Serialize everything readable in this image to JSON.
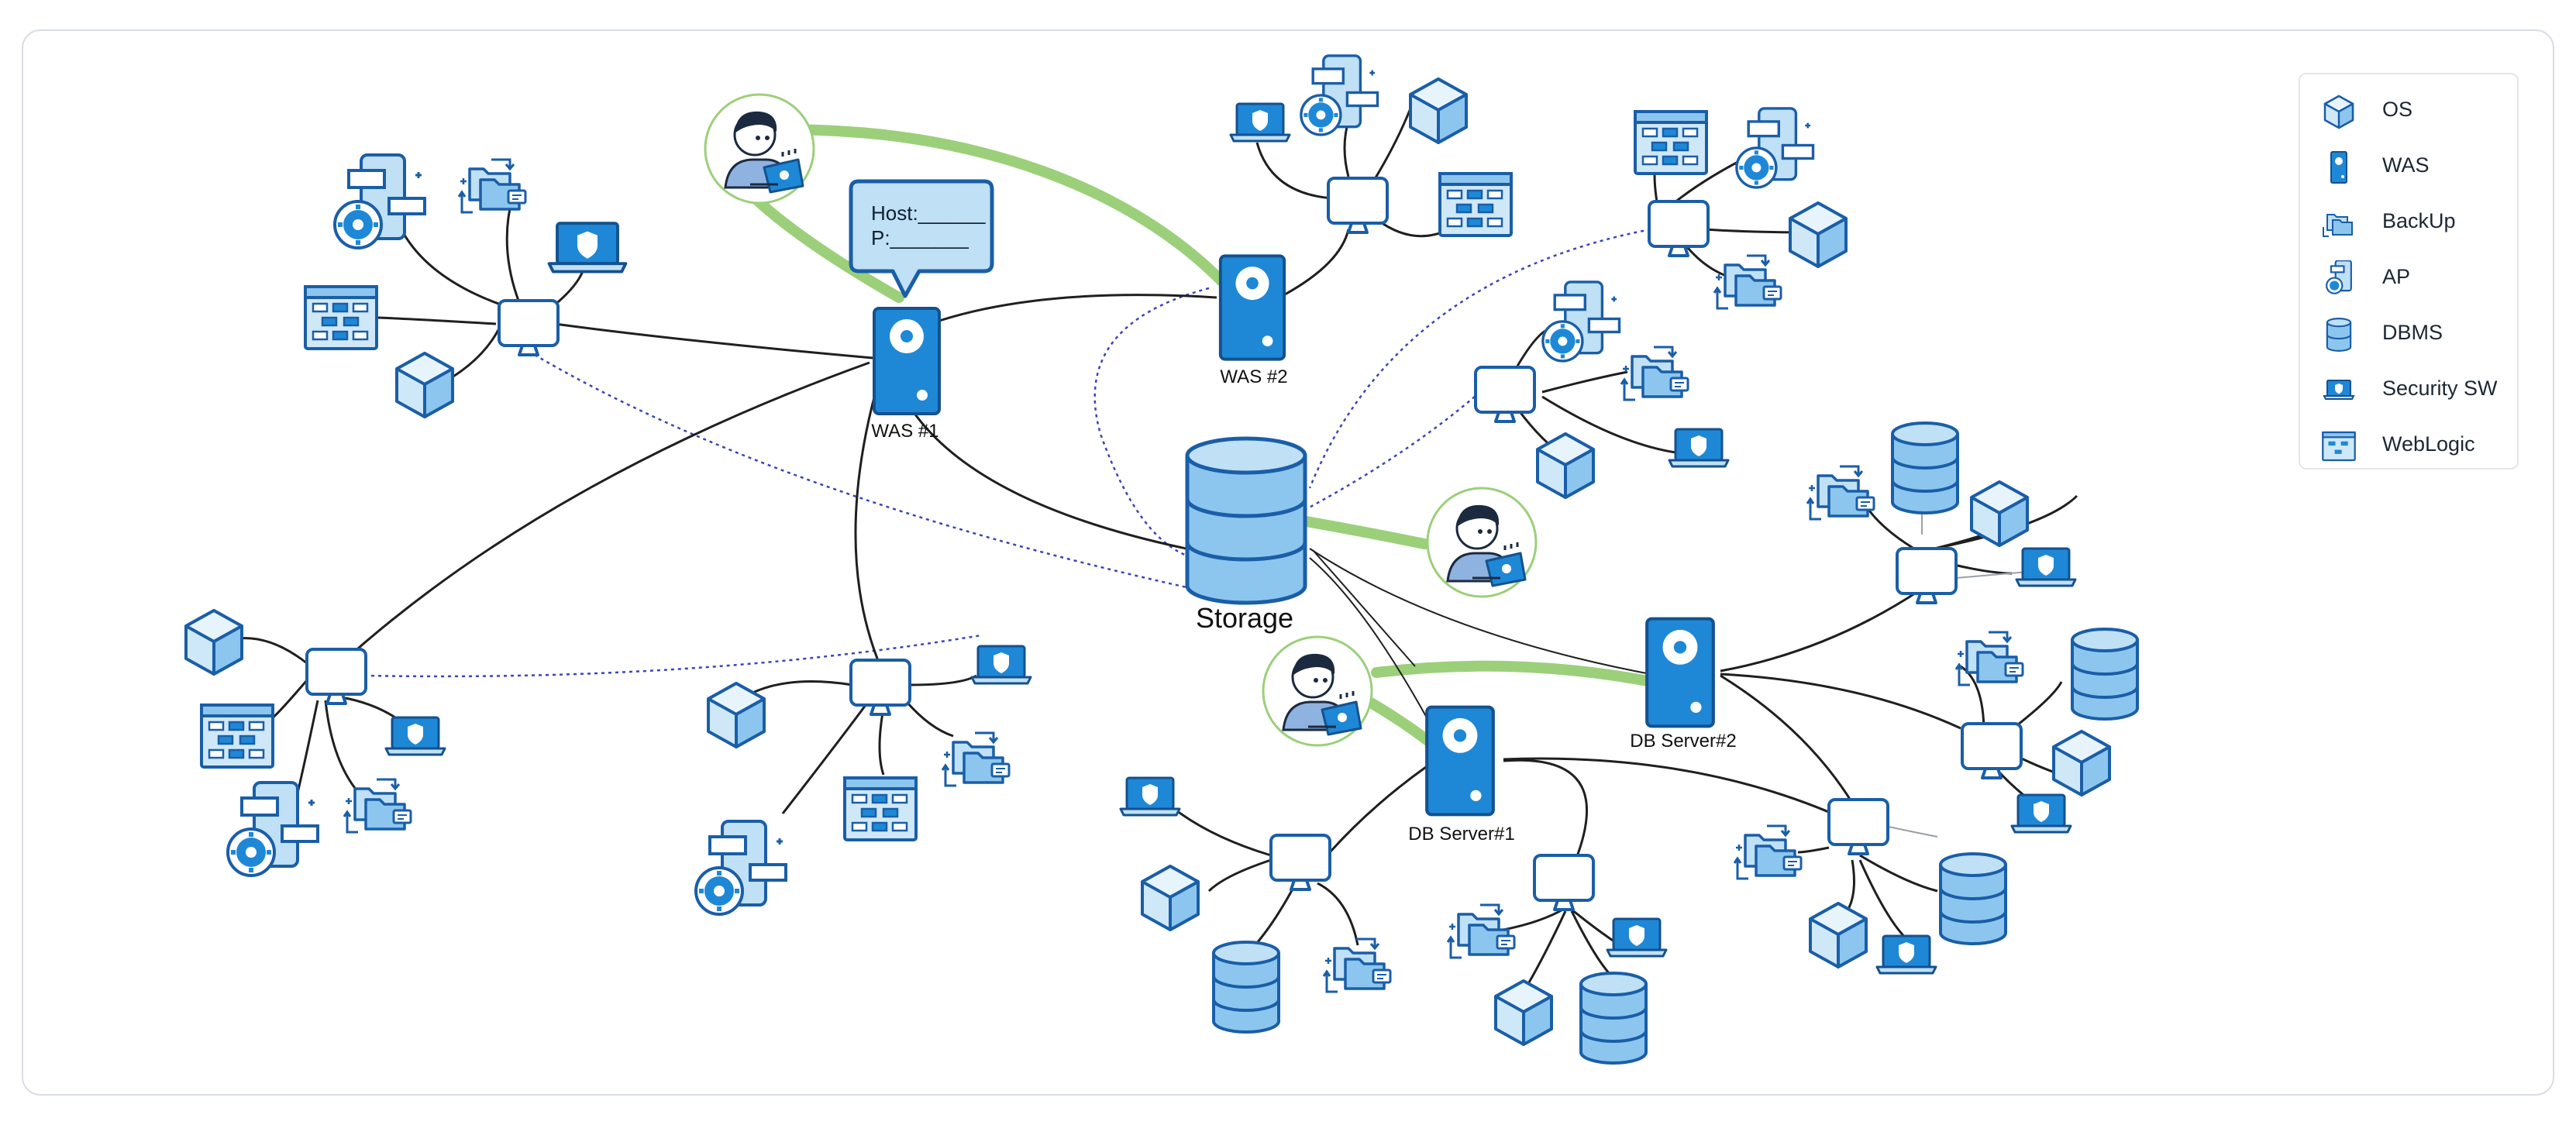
{
  "bubble": {
    "host": "Host:______",
    "p": "P:_______"
  },
  "labels": {
    "was1": "WAS #1",
    "was2": "WAS #2",
    "storage": "Storage",
    "db1": "DB Server#1",
    "db2": "DB Server#2"
  },
  "legend": [
    {
      "label": "OS",
      "icon": "os-cube-icon"
    },
    {
      "label": "WAS",
      "icon": "was-server-icon"
    },
    {
      "label": "BackUp",
      "icon": "backup-icon"
    },
    {
      "label": "AP",
      "icon": "ap-icon"
    },
    {
      "label": "DBMS",
      "icon": "dbms-icon"
    },
    {
      "label": "Security SW",
      "icon": "security-sw-icon"
    },
    {
      "label": "WebLogic",
      "icon": "weblogic-icon"
    }
  ],
  "colors": {
    "primary": "#1e88d6",
    "dark": "#1a5ea8",
    "light": "#bfe0f5",
    "highlight": "#9ccf7a",
    "dotted": "#3b45b5",
    "line": "#1f1f1f"
  }
}
